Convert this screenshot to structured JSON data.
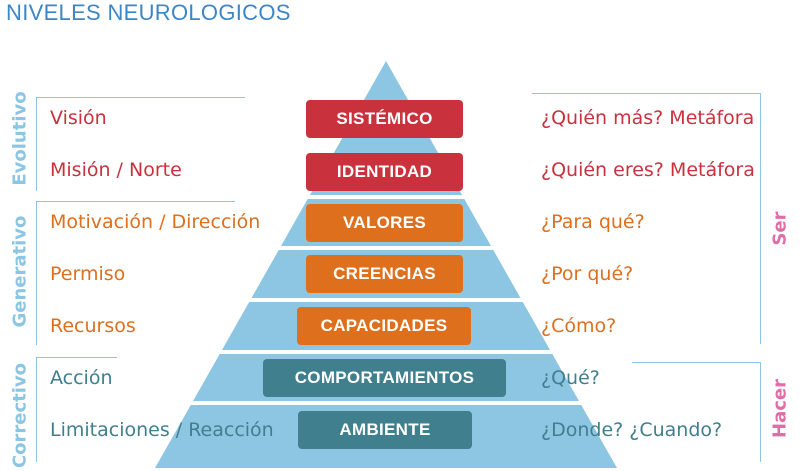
{
  "title": "NIVELES NEUROLOGICOS",
  "levels": [
    {
      "label": "SISTÉMICO",
      "left_text": "Visión",
      "right_text": "¿Quién más? Metáfora"
    },
    {
      "label": "IDENTIDAD",
      "left_text": "Misión / Norte",
      "right_text": "¿Quién eres? Metáfora"
    },
    {
      "label": "VALORES",
      "left_text": "Motivación / Dirección",
      "right_text": "¿Para qué?"
    },
    {
      "label": "CREENCIAS",
      "left_text": "Permiso",
      "right_text": "¿Por qué?"
    },
    {
      "label": "CAPACIDADES",
      "left_text": "Recursos",
      "right_text": "¿Cómo?"
    },
    {
      "label": "COMPORTAMIENTOS",
      "left_text": "Acción",
      "right_text": "¿Qué?"
    },
    {
      "label": "AMBIENTE",
      "left_text": "Limitaciones / Reacción",
      "right_text": "¿Donde? ¿Cuando?"
    }
  ],
  "left_groups": [
    "Evolutivo",
    "Generativo",
    "Correctivo"
  ],
  "right_groups": [
    "Ser",
    "Hacer"
  ],
  "colors": {
    "red": "#c9313d",
    "orange": "#dd6f1d",
    "teal": "#3f7f8e",
    "pyramid": "#8dc6e2",
    "pink": "#e06ca8",
    "title": "#3d86c6"
  }
}
